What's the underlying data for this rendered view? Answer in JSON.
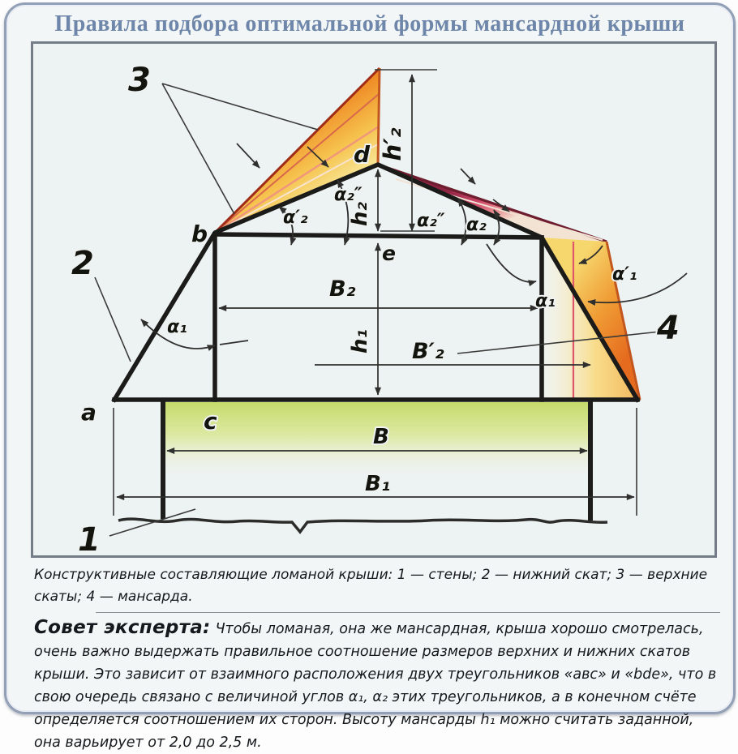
{
  "title": "Правила подбора оптимальной формы мансардной крыши",
  "diagram": {
    "points": {
      "a": "a",
      "b": "b",
      "c": "c",
      "d": "d",
      "e": "e"
    },
    "callouts": {
      "walls": "1",
      "lower_slope": "2",
      "upper_slopes": "3",
      "mansard": "4"
    },
    "dimensions": {
      "B": "B",
      "B1": "B₁",
      "B2": "B₂",
      "B2_alt": "B′₂",
      "h1": "h₁",
      "h2": "h₂",
      "h2_alt": "h′₂"
    },
    "angles": {
      "alpha1_left": "α₁",
      "alpha1_right": "α₁",
      "alpha1_alt": "α′₁",
      "alpha2": "α₂",
      "alpha2_alt": "α′₂",
      "alpha2_dbl_left": "α₂″",
      "alpha2_dbl_right": "α₂″"
    },
    "colors": {
      "frame": "#919fb7",
      "title_text": "#6e86a9",
      "panel_bg": "#edf2f3",
      "roof_line": "#1b1b19",
      "slope_orange_dark": "#c0391d",
      "slope_orange_light": "#f8eda6",
      "sliver_crimson": "#8c2340",
      "base_green": "#c6da6b",
      "alt_wall_pink": "#e0566a"
    }
  },
  "caption": "Конструктивные составляющие ломаной крыши: 1 — стены; 2 — нижний скат; 3 — верхние скаты; 4 — мансарда.",
  "expert": {
    "label": "Совет эксперта:",
    "text": "Чтобы ломаная, она же мансардная, крыша хорошо смотрелась, очень важно выдержать правильное соотношение размеров верхних и нижних скатов крыши. Это зависит от взаимного расположения двух треугольников «авс» и «bde», что в свою очередь связано с величиной углов α₁, α₂ этих треугольников, а в конечном счёте определяется соотношением их сторон. Высоту мансарды h₁ можно считать заданной, она варьирует от 2,0 до 2,5 м."
  }
}
